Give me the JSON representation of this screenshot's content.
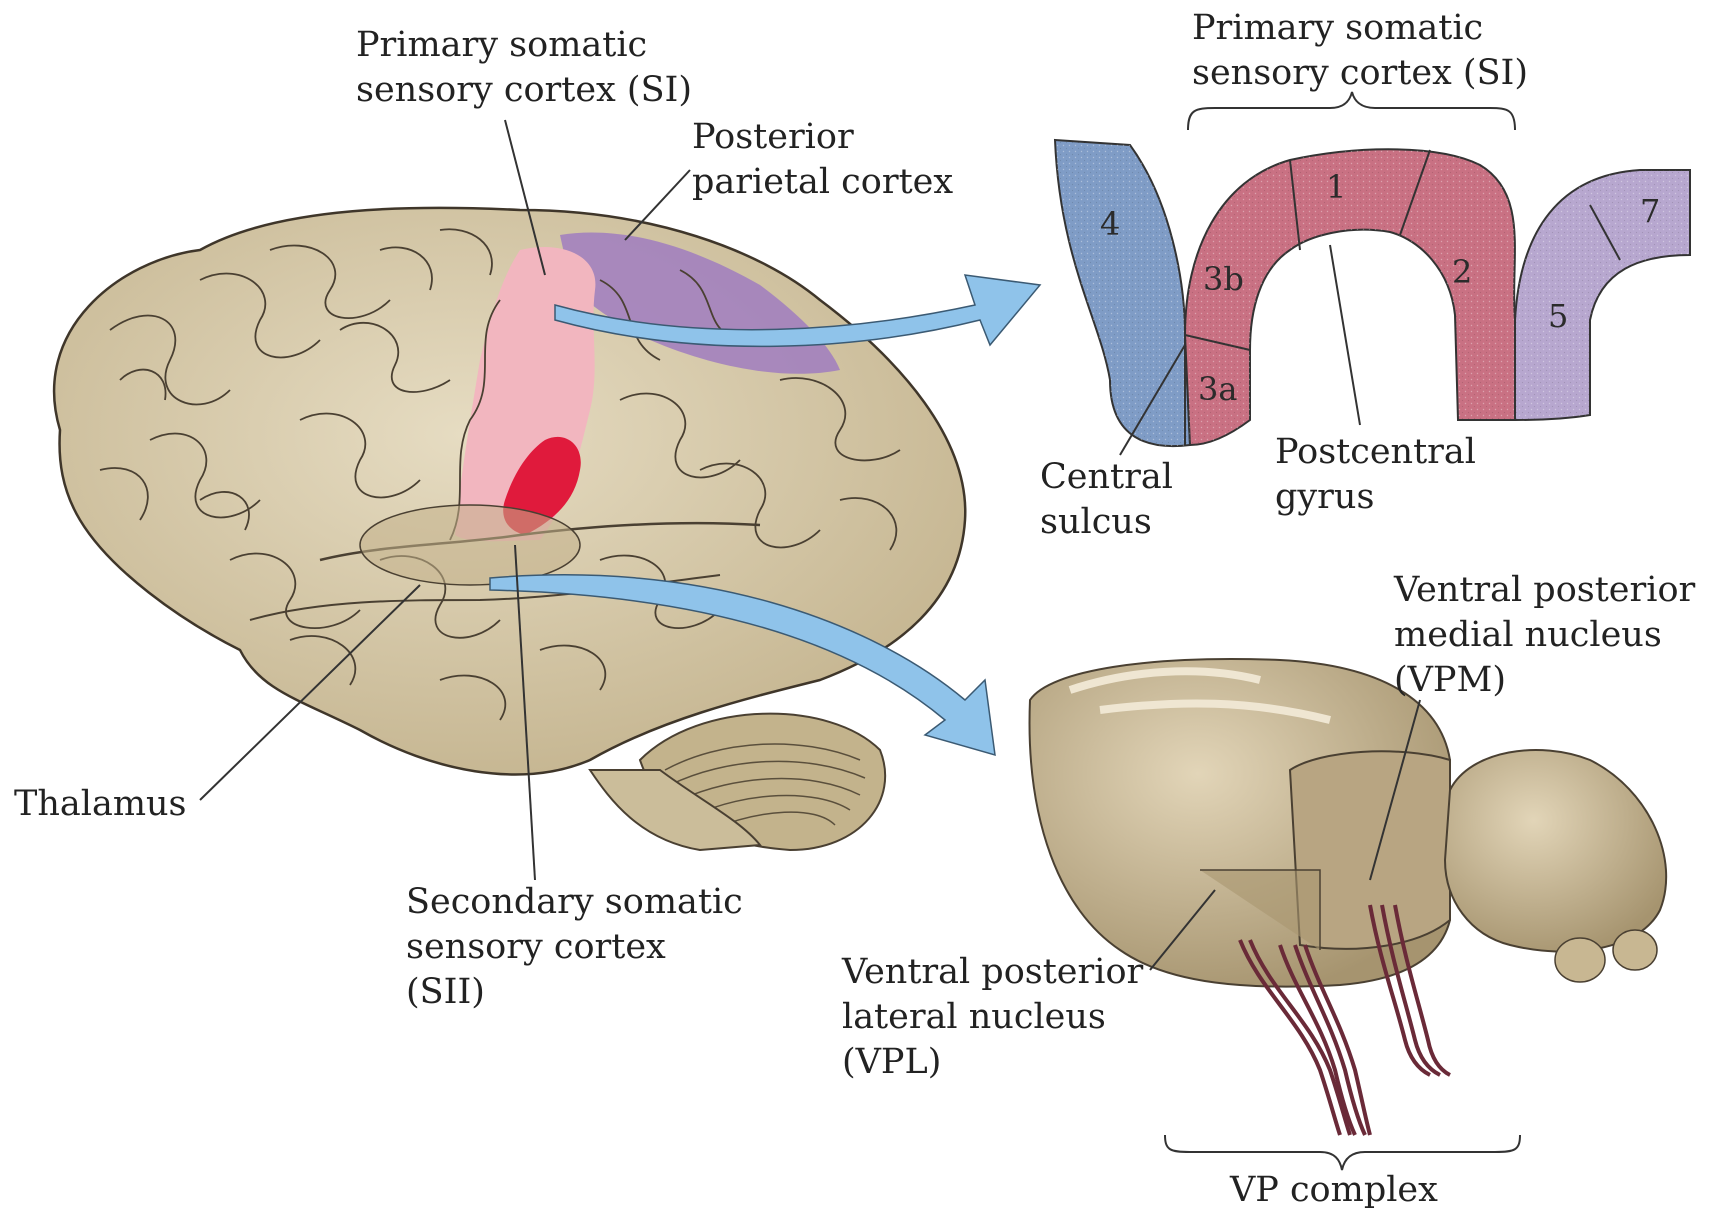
{
  "labels": {
    "primary_somatic_left": [
      "Primary somatic",
      "sensory cortex (SI)"
    ],
    "posterior_parietal": [
      "Posterior",
      "parietal cortex"
    ],
    "primary_somatic_right": [
      "Primary somatic",
      "sensory cortex (SI)"
    ],
    "central_sulcus": [
      "Central",
      "sulcus"
    ],
    "postcentral_gyrus": [
      "Postcentral",
      "gyrus"
    ],
    "thalamus": "Thalamus",
    "secondary_somatic": [
      "Secondary somatic",
      "sensory cortex",
      "(SII)"
    ],
    "vpm": [
      "Ventral posterior",
      "medial nucleus",
      "(VPM)"
    ],
    "vpl": [
      "Ventral posterior",
      "lateral nucleus",
      "(VPL)"
    ],
    "vp_complex": "VP complex"
  },
  "cortex_areas": [
    "4",
    "3b",
    "3a",
    "1",
    "2",
    "5",
    "7"
  ],
  "colors": {
    "brain": "#d9cdb0",
    "brain_shadow": "#b3a482",
    "sulcus_line": "#4a4032",
    "si_light": "#f2b6bf",
    "si_dark": "#e01a3c",
    "parietal": "#a07cc0",
    "area4": "#7f9cc6",
    "si_strip": "#c97183",
    "parietal_strip": "#b7a7cf",
    "arrow": "#8fc3ea",
    "thalamus": "#c9b896",
    "fibers": "#6a2a38"
  }
}
